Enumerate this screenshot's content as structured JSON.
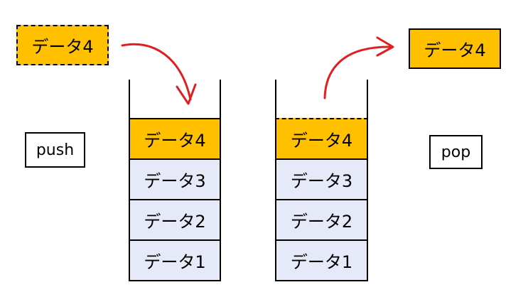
{
  "push_label": "push",
  "pop_label": "pop",
  "incoming_item": "データ4",
  "outgoing_item": "データ4",
  "left_stack": [
    "データ4",
    "データ3",
    "データ2",
    "データ1"
  ],
  "right_stack": [
    "データ4",
    "データ3",
    "データ2",
    "データ1"
  ],
  "colors": {
    "top_item": "#FFC000",
    "stack_item": "#E6EAF8",
    "arrow": "#E02020"
  }
}
